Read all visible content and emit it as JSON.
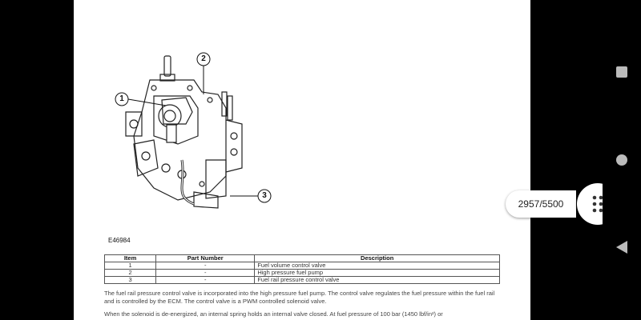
{
  "document": {
    "figure_code": "E46984",
    "callouts": [
      "1",
      "2",
      "3"
    ],
    "table": {
      "headers": [
        "Item",
        "Part Number",
        "Description"
      ],
      "rows": [
        {
          "item": "1",
          "part": "-",
          "desc": "Fuel volume control valve"
        },
        {
          "item": "2",
          "part": "-",
          "desc": "High pressure fuel pump"
        },
        {
          "item": "3",
          "part": "-",
          "desc": "Fuel rail pressure control valve"
        }
      ]
    },
    "paragraph1": "The fuel rail pressure control valve is incorporated into the high pressure fuel pump. The control valve regulates the fuel pressure within the fuel rail and is controlled by the ECM. The control valve is a PWM controlled solenoid valve.",
    "paragraph2": "When the solenoid is de-energized, an internal spring holds an internal valve closed. At fuel pressure of 100 bar (1450 lbf/in²) or"
  },
  "viewer": {
    "page_counter": "2957/5500",
    "menu_icon": "dots-grid-icon"
  },
  "navigation": {
    "icons": [
      "recents-square-icon",
      "home-circle-icon",
      "back-triangle-icon"
    ]
  }
}
